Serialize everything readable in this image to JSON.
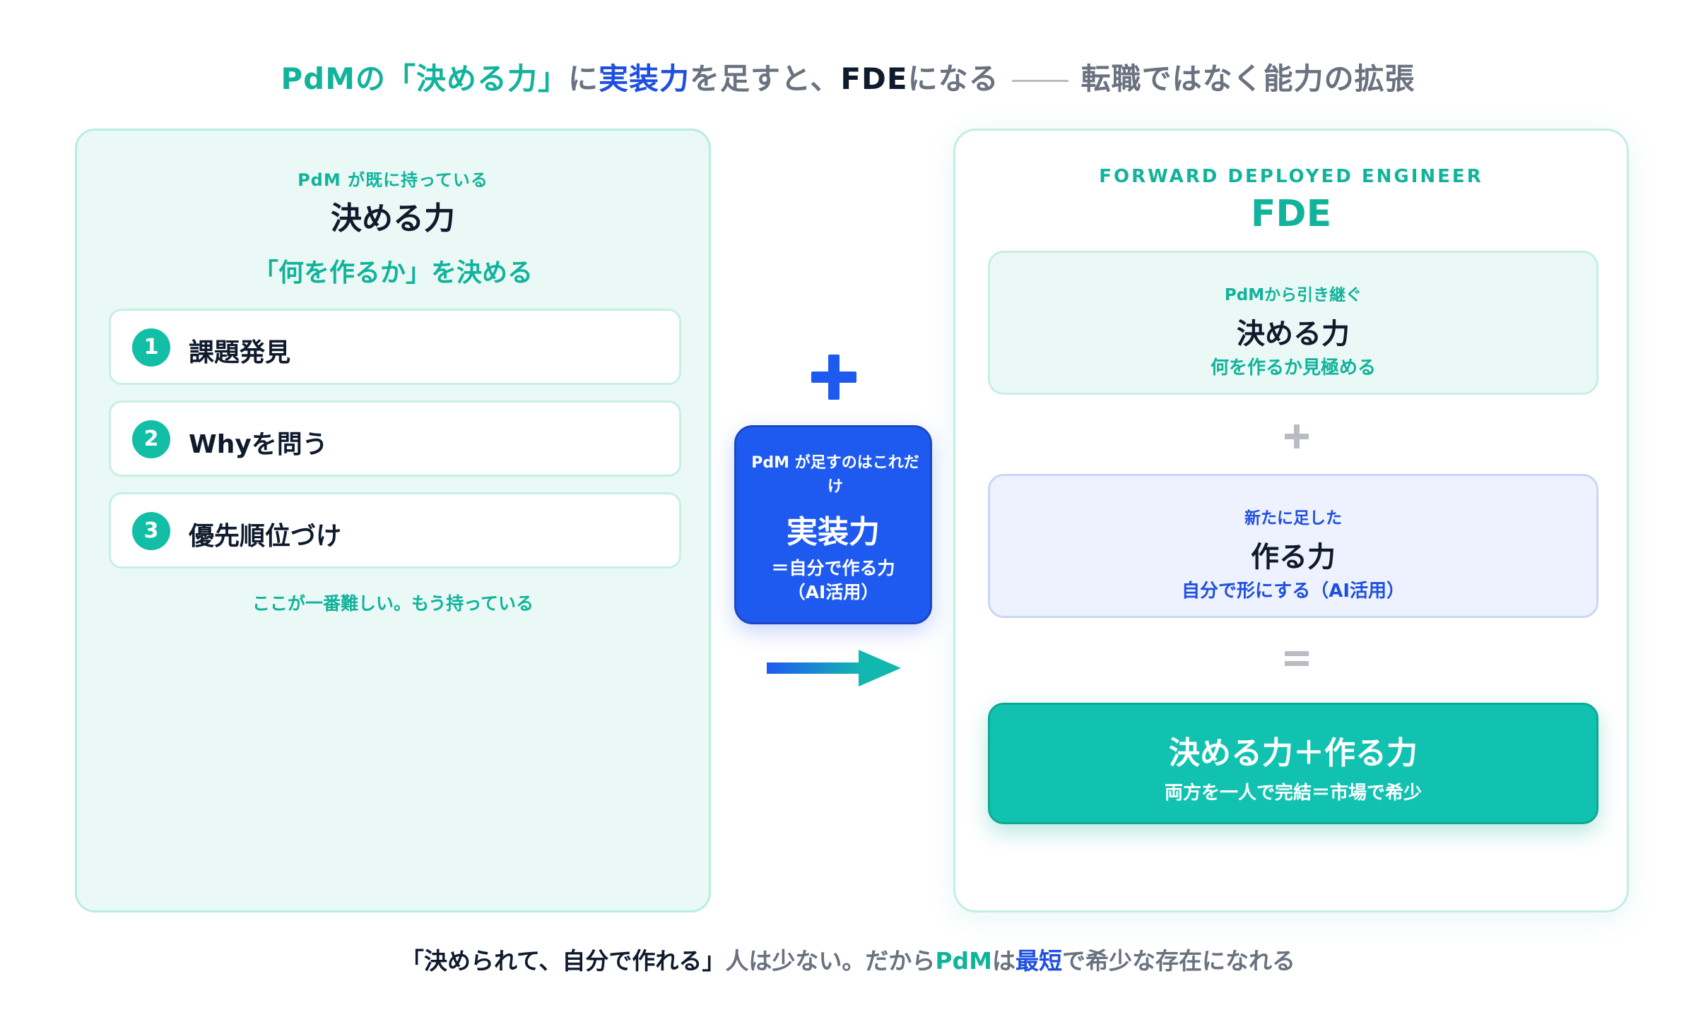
{
  "headline": {
    "p1": "PdMの「決める力」",
    "p2": "に",
    "p3": "実装力",
    "p4": "を足すと、",
    "p5": "FDE",
    "p6": "になる",
    "p7": "転職ではなく能力の拡張"
  },
  "left_panel": {
    "eyebrow": "PdM が既に持っている",
    "title": "決める力",
    "subtitle": "「何を作るか」を決める",
    "steps": [
      {
        "num": "1",
        "label": "課題発見"
      },
      {
        "num": "2",
        "label": "Whyを問う"
      },
      {
        "num": "3",
        "label": "優先順位づけ"
      }
    ],
    "note": "ここが一番難しい。もう持っている"
  },
  "middle": {
    "eyebrow": "PdM が足すのはこれだけ",
    "title": "実装力",
    "desc_line1": "＝自分で作る力",
    "desc_line2": "（AI活用）"
  },
  "right_panel": {
    "eyebrow": "FORWARD DEPLOYED ENGINEER",
    "title": "FDE",
    "card_decide": {
      "eyebrow": "PdMから引き継ぐ",
      "title": "決める力",
      "desc": "何を作るか見極める"
    },
    "card_make": {
      "eyebrow": "新たに足した",
      "title": "作る力",
      "desc": "自分で形にする（AI活用）"
    },
    "card_result": {
      "title": "決める力＋作る力",
      "desc": "両方を一人で完結＝市場で希少"
    }
  },
  "footer": {
    "p1": "「決められて、自分で作れる」",
    "p2": "人は少ない。だから",
    "p3": "PdM",
    "p4": "は",
    "p5": "最短",
    "p6": "で希少な存在になれる"
  },
  "colors": {
    "teal": "#12b39b",
    "blue": "#1f5af0",
    "dark": "#0f1b2d",
    "gray": "#6a7280",
    "result_bg": "#12c2b0"
  },
  "icons": [
    "plus-icon",
    "arrow-right-icon",
    "equals-icon"
  ]
}
